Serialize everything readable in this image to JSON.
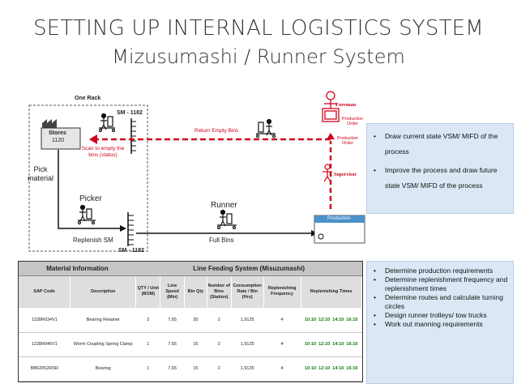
{
  "title": {
    "line1": "SETTING UP INTERNAL LOGISTICS SYSTEM",
    "line2": "Mizusumashi / Runner System"
  },
  "diagram": {
    "one_rack": "One Rack",
    "sm_top": "SM - 1182",
    "sm_bottom": "SM - 1182",
    "stores_name": "Stores",
    "stores_code": "1120",
    "scan_note": "Scan to empty the bins (status)",
    "pick_material": "Pick material",
    "picker": "Picker",
    "replenish_sm": "Replenish SM",
    "runner": "Runner",
    "full_bins": "Full Bins",
    "return_empty_bins": "Return Empty Bins",
    "foreman": "Foreman",
    "production_order_1": "Production Order",
    "production_order_2": "Production Order",
    "supervisor": "Supervisor",
    "production": "Production",
    "colors": {
      "red": "#d0021b",
      "production_blue": "#4a90c9",
      "box_blue": "#dbe7f5"
    }
  },
  "box1": {
    "items": [
      "Draw current state VSM/ MIFD of the process",
      "Improve the process and draw future state VSM/ MIFD of the process"
    ]
  },
  "box2": {
    "items": [
      "Determine production requirements",
      "Determine replenishment frequency and replenishment times",
      "Determine routes and calculate turning circles",
      "Design runner trolleys/ tow trucks",
      "Work out manning requirements"
    ]
  },
  "table": {
    "header_left": "Material Information",
    "header_right": "Line Feeding System (Misuzumashi)",
    "columns": [
      "SAP Code",
      "Description",
      "QTY / Unit (BOM)",
      "Line Speed (Min)",
      "Bin Qty",
      "Number of Bins (Station)",
      "Consumption Rate / Bin (Hrs)",
      "Replenishing Frequency",
      "Replenishing Times"
    ],
    "rows": [
      {
        "sap": "1228R034V1",
        "desc": "Bearing Retainer",
        "qty": "2",
        "speed": "7,65",
        "bin": "30",
        "nbins": "2",
        "rate": "1,9125",
        "freq": "4",
        "times": [
          "10:10",
          "12:10",
          "14:10",
          "16:10"
        ]
      },
      {
        "sap": "1228R046V1",
        "desc": "Worm Coupling Spring Clamp",
        "qty": "1",
        "speed": "7,65",
        "bin": "15",
        "nbins": "2",
        "rate": "1,9125",
        "freq": "4",
        "times": [
          "10:10",
          "12:10",
          "14:10",
          "16:10"
        ]
      },
      {
        "sap": "BB62052RSR",
        "desc": "Bearing",
        "qty": "1",
        "speed": "7,65",
        "bin": "15",
        "nbins": "2",
        "rate": "1,9125",
        "freq": "4",
        "times": [
          "10:10",
          "12:10",
          "14:10",
          "16:10"
        ]
      }
    ]
  }
}
